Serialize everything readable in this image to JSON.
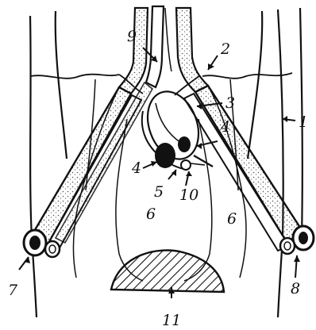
{
  "figure": {
    "labels": {
      "l1": "1",
      "l2": "2",
      "l3": "3",
      "l4a": "4",
      "l4b": "4",
      "l5": "5",
      "l6a": "6",
      "l6b": "6",
      "l7": "7",
      "l8": "8",
      "l9": "9",
      "l10": "10",
      "l11": "11"
    },
    "colors": {
      "ink": "#111111",
      "paper": "#ffffff",
      "stipple": "#555555"
    }
  }
}
